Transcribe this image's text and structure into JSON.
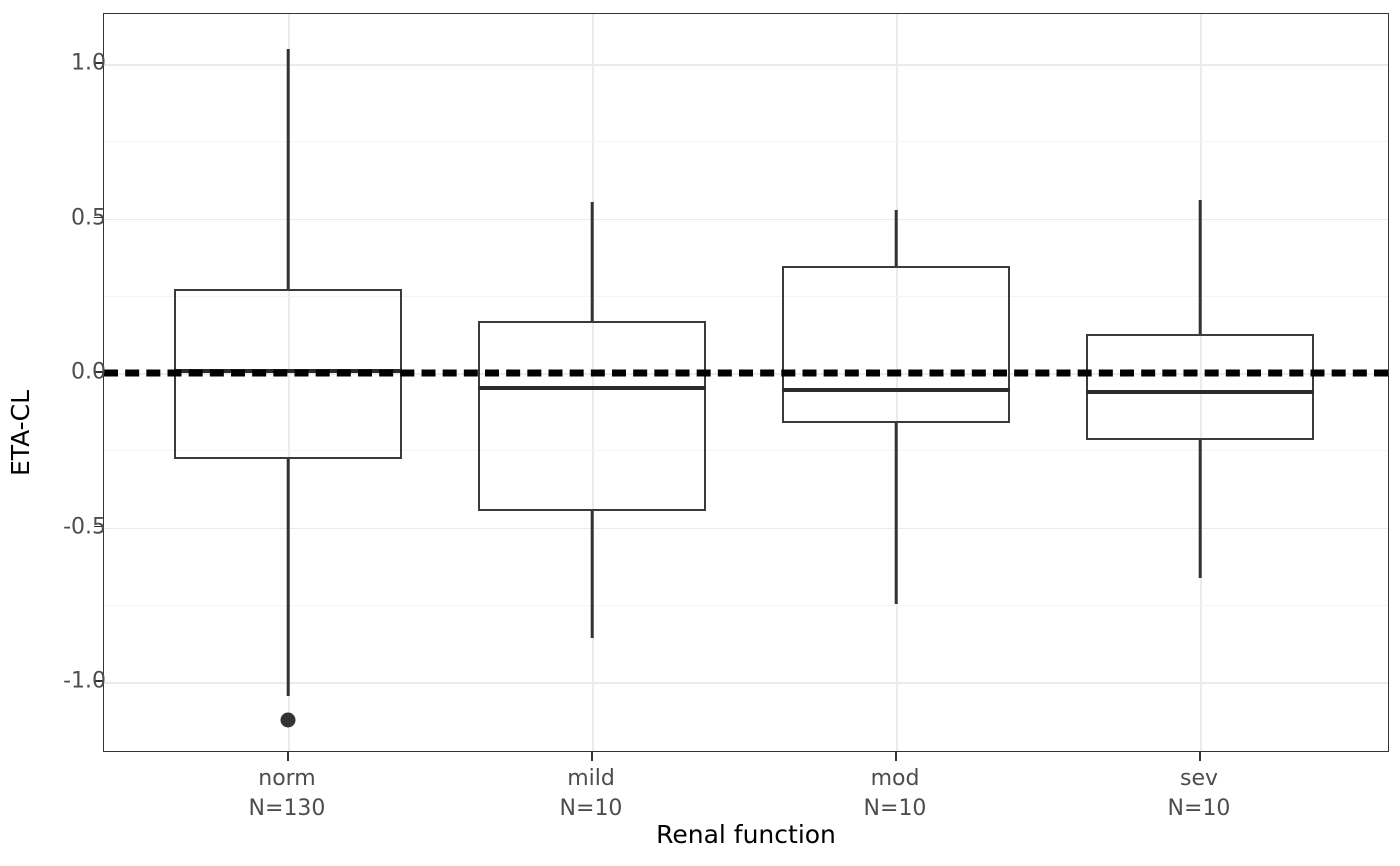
{
  "chart_data": {
    "type": "box",
    "title": "",
    "xlabel": "Renal function",
    "ylabel": "ETA-CL",
    "categories": [
      "norm",
      "mild",
      "mod",
      "sev"
    ],
    "group_counts": [
      "N=130",
      "N=10",
      "N=10",
      "N=10"
    ],
    "ylim": [
      -1.2,
      1.12
    ],
    "y_ticks": [
      {
        "value": 1.0,
        "label": "1.0"
      },
      {
        "value": 0.5,
        "label": "0.5"
      },
      {
        "value": 0.0,
        "label": "0.0"
      },
      {
        "value": -0.5,
        "label": "-0.5"
      },
      {
        "value": -1.0,
        "label": "-1.0"
      }
    ],
    "y_minor_ticks": [
      0.75,
      0.25,
      -0.25,
      -0.75
    ],
    "grid": true,
    "legend": "none",
    "reference_line": {
      "value": 0.0,
      "style": "dashed",
      "color": "#000000"
    },
    "boxes": [
      {
        "category": "norm",
        "n_label": "N=130",
        "lower_whisker": -1.045,
        "q1": -0.278,
        "median": 0.006,
        "q3": 0.272,
        "upper_whisker": 1.049,
        "outliers": [
          -1.123
        ]
      },
      {
        "category": "mild",
        "n_label": "N=10",
        "lower_whisker": -0.858,
        "q1": -0.447,
        "median": -0.049,
        "q3": 0.168,
        "upper_whisker": 0.553,
        "outliers": []
      },
      {
        "category": "mod",
        "n_label": "N=10",
        "lower_whisker": -0.748,
        "q1": -0.162,
        "median": -0.055,
        "q3": 0.346,
        "upper_whisker": 0.528,
        "outliers": []
      },
      {
        "category": "sev",
        "n_label": "N=10",
        "lower_whisker": -0.663,
        "q1": -0.217,
        "median": -0.061,
        "q3": 0.126,
        "upper_whisker": 0.56,
        "outliers": []
      }
    ],
    "colors": {
      "box_border": "#3b3b3b",
      "median": "#2b2b2b",
      "whisker": "#333333",
      "outlier": "#333333",
      "grid_major": "#ebebeb",
      "grid_minor": "#f4f4f4",
      "panel_background": "#ffffff",
      "panel_border": "#333333",
      "axis_text": "#4d4d4d",
      "axis_title": "#000000"
    }
  },
  "axis": {
    "x_title": "Renal function",
    "y_title": "ETA-CL"
  }
}
